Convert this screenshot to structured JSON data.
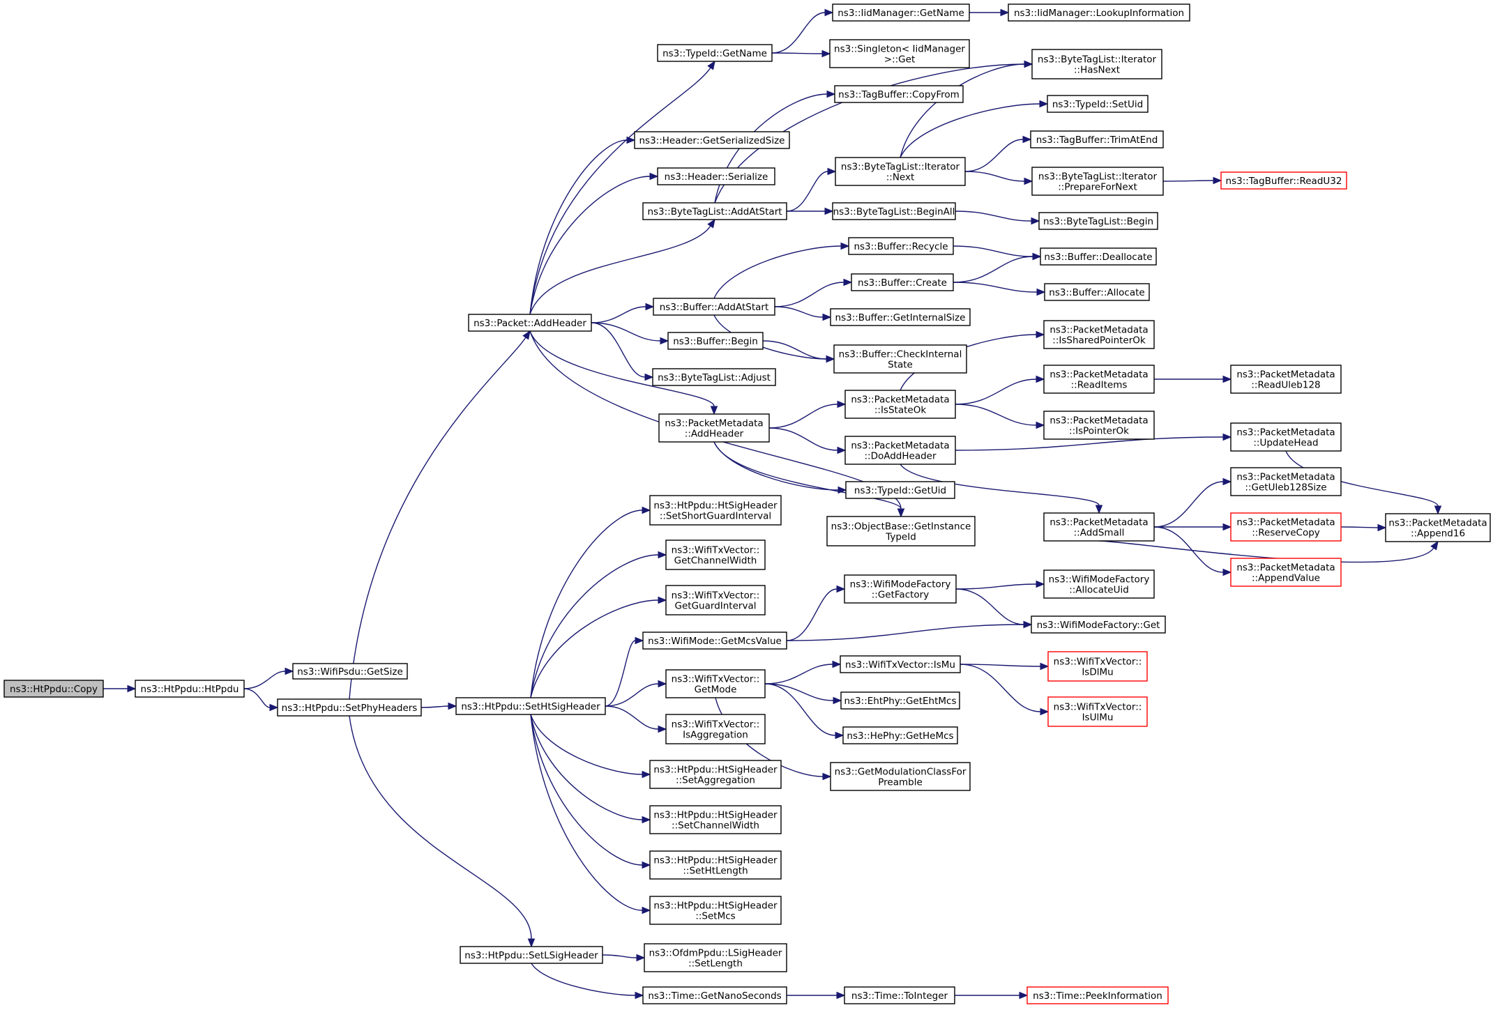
{
  "colors": {
    "edge": "#191970",
    "node_border": "#000000",
    "truncated_border": "#ff0000",
    "root_fill": "#bfbfbf",
    "background": "#ffffff"
  },
  "nodes": {
    "n_copy": {
      "lines": [
        "ns3::HtPpdu::Copy"
      ],
      "kind": "root"
    },
    "n_htppdu": {
      "lines": [
        "ns3::HtPpdu::HtPpdu"
      ]
    },
    "n_getsize": {
      "lines": [
        "ns3::WifiPsdu::GetSize"
      ]
    },
    "n_setphy": {
      "lines": [
        "ns3::HtPpdu::SetPhyHeaders"
      ]
    },
    "n_addheader": {
      "lines": [
        "ns3::Packet::AddHeader"
      ]
    },
    "n_sethtsig": {
      "lines": [
        "ns3::HtPpdu::SetHtSigHeader"
      ]
    },
    "n_setlsig": {
      "lines": [
        "ns3::HtPpdu::SetLSigHeader"
      ]
    },
    "n_typeid_getname": {
      "lines": [
        "ns3::TypeId::GetName"
      ]
    },
    "n_hdr_getser": {
      "lines": [
        "ns3::Header::GetSerializedSize"
      ]
    },
    "n_hdr_ser": {
      "lines": [
        "ns3::Header::Serialize"
      ]
    },
    "n_btl_addatstart": {
      "lines": [
        "ns3::ByteTagList::AddAtStart"
      ]
    },
    "n_buf_addatstart": {
      "lines": [
        "ns3::Buffer::AddAtStart"
      ]
    },
    "n_buf_begin": {
      "lines": [
        "ns3::Buffer::Begin"
      ]
    },
    "n_btl_adjust": {
      "lines": [
        "ns3::ByteTagList::Adjust"
      ]
    },
    "n_pm_addheader": {
      "lines": [
        "ns3::PacketMetadata",
        "::AddHeader"
      ]
    },
    "n_iid_getname": {
      "lines": [
        "ns3::IidManager::GetName"
      ]
    },
    "n_iid_lookup": {
      "lines": [
        "ns3::IidManager::LookupInformation"
      ]
    },
    "n_singleton_get": {
      "lines": [
        "ns3::Singleton< IidManager",
        ">::Get"
      ]
    },
    "n_tb_copyfrom": {
      "lines": [
        "ns3::TagBuffer::CopyFrom"
      ]
    },
    "n_btli_hasnext": {
      "lines": [
        "ns3::ByteTagList::Iterator",
        "::HasNext"
      ]
    },
    "n_typeid_setuid": {
      "lines": [
        "ns3::TypeId::SetUid"
      ]
    },
    "n_btli_next": {
      "lines": [
        "ns3::ByteTagList::Iterator",
        "::Next"
      ]
    },
    "n_tb_trimatend": {
      "lines": [
        "ns3::TagBuffer::TrimAtEnd"
      ]
    },
    "n_btli_prepare": {
      "lines": [
        "ns3::ByteTagList::Iterator",
        "::PrepareForNext"
      ]
    },
    "n_tb_readu32": {
      "lines": [
        "ns3::TagBuffer::ReadU32"
      ],
      "kind": "trunc"
    },
    "n_btl_beginall": {
      "lines": [
        "ns3::ByteTagList::BeginAll"
      ]
    },
    "n_btl_begin": {
      "lines": [
        "ns3::ByteTagList::Begin"
      ]
    },
    "n_buf_recycle": {
      "lines": [
        "ns3::Buffer::Recycle"
      ]
    },
    "n_buf_dealloc": {
      "lines": [
        "ns3::Buffer::Deallocate"
      ]
    },
    "n_buf_create": {
      "lines": [
        "ns3::Buffer::Create"
      ]
    },
    "n_buf_alloc": {
      "lines": [
        "ns3::Buffer::Allocate"
      ]
    },
    "n_buf_getint": {
      "lines": [
        "ns3::Buffer::GetInternalSize"
      ]
    },
    "n_buf_checkint": {
      "lines": [
        "ns3::Buffer::CheckInternal",
        "State"
      ]
    },
    "n_pm_isshared": {
      "lines": [
        "ns3::PacketMetadata",
        "::IsSharedPointerOk"
      ]
    },
    "n_pm_readitems": {
      "lines": [
        "ns3::PacketMetadata",
        "::ReadItems"
      ]
    },
    "n_pm_readuleb": {
      "lines": [
        "ns3::PacketMetadata",
        "::ReadUleb128"
      ]
    },
    "n_pm_isstateok": {
      "lines": [
        "ns3::PacketMetadata",
        "::IsStateOk"
      ]
    },
    "n_pm_ispointer": {
      "lines": [
        "ns3::PacketMetadata",
        "::IsPointerOk"
      ]
    },
    "n_pm_updatehead": {
      "lines": [
        "ns3::PacketMetadata",
        "::UpdateHead"
      ]
    },
    "n_pm_doadd": {
      "lines": [
        "ns3::PacketMetadata",
        "::DoAddHeader"
      ]
    },
    "n_typeid_getuid": {
      "lines": [
        "ns3::TypeId::GetUid"
      ]
    },
    "n_pm_getuleb": {
      "lines": [
        "ns3::PacketMetadata",
        "::GetUleb128Size"
      ]
    },
    "n_ob_getinst": {
      "lines": [
        "ns3::ObjectBase::GetInstance",
        "TypeId"
      ]
    },
    "n_pm_addsmall": {
      "lines": [
        "ns3::PacketMetadata",
        "::AddSmall"
      ]
    },
    "n_pm_reserve": {
      "lines": [
        "ns3::PacketMetadata",
        "::ReserveCopy"
      ],
      "kind": "trunc"
    },
    "n_pm_append16": {
      "lines": [
        "ns3::PacketMetadata",
        "::Append16"
      ]
    },
    "n_pm_appendval": {
      "lines": [
        "ns3::PacketMetadata",
        "::AppendValue"
      ],
      "kind": "trunc"
    },
    "n_hs_setsgi": {
      "lines": [
        "ns3::HtPpdu::HtSigHeader",
        "::SetShortGuardInterval"
      ]
    },
    "n_tv_getcw": {
      "lines": [
        "ns3::WifiTxVector::",
        "GetChannelWidth"
      ]
    },
    "n_tv_getgi": {
      "lines": [
        "ns3::WifiTxVector::",
        "GetGuardInterval"
      ]
    },
    "n_wm_getmcs": {
      "lines": [
        "ns3::WifiMode::GetMcsValue"
      ]
    },
    "n_wmf_getfactory": {
      "lines": [
        "ns3::WifiModeFactory",
        "::GetFactory"
      ]
    },
    "n_wmf_alloc": {
      "lines": [
        "ns3::WifiModeFactory",
        "::AllocateUid"
      ]
    },
    "n_wmf_get": {
      "lines": [
        "ns3::WifiModeFactory::Get"
      ]
    },
    "n_tv_getmode": {
      "lines": [
        "ns3::WifiTxVector::",
        "GetMode"
      ]
    },
    "n_tv_ismu": {
      "lines": [
        "ns3::WifiTxVector::IsMu"
      ]
    },
    "n_tv_isdlmu": {
      "lines": [
        "ns3::WifiTxVector::",
        "IsDlMu"
      ],
      "kind": "trunc"
    },
    "n_eht_getmcs": {
      "lines": [
        "ns3::EhtPhy::GetEhtMcs"
      ]
    },
    "n_tv_isulmu": {
      "lines": [
        "ns3::WifiTxVector::",
        "IsUlMu"
      ],
      "kind": "trunc"
    },
    "n_he_getmcs": {
      "lines": [
        "ns3::HePhy::GetHeMcs"
      ]
    },
    "n_getmodclass": {
      "lines": [
        "ns3::GetModulationClassFor",
        "Preamble"
      ]
    },
    "n_tv_isagg": {
      "lines": [
        "ns3::WifiTxVector::",
        "IsAggregation"
      ]
    },
    "n_hs_setagg": {
      "lines": [
        "ns3::HtPpdu::HtSigHeader",
        "::SetAggregation"
      ]
    },
    "n_hs_setcw": {
      "lines": [
        "ns3::HtPpdu::HtSigHeader",
        "::SetChannelWidth"
      ]
    },
    "n_hs_sethtlen": {
      "lines": [
        "ns3::HtPpdu::HtSigHeader",
        "::SetHtLength"
      ]
    },
    "n_hs_setmcs": {
      "lines": [
        "ns3::HtPpdu::HtSigHeader",
        "::SetMcs"
      ]
    },
    "n_ls_setlen": {
      "lines": [
        "ns3::OfdmPpdu::LSigHeader",
        "::SetLength"
      ]
    },
    "n_time_getns": {
      "lines": [
        "ns3::Time::GetNanoSeconds"
      ]
    },
    "n_time_toint": {
      "lines": [
        "ns3::Time::ToInteger"
      ]
    },
    "n_time_peek": {
      "lines": [
        "ns3::Time::PeekInformation"
      ],
      "kind": "trunc"
    }
  },
  "edges": [
    [
      "n_copy",
      "n_htppdu"
    ],
    [
      "n_htppdu",
      "n_getsize"
    ],
    [
      "n_htppdu",
      "n_setphy"
    ],
    [
      "n_setphy",
      "n_addheader"
    ],
    [
      "n_setphy",
      "n_sethtsig"
    ],
    [
      "n_setphy",
      "n_setlsig"
    ],
    [
      "n_addheader",
      "n_typeid_getname"
    ],
    [
      "n_addheader",
      "n_hdr_getser"
    ],
    [
      "n_addheader",
      "n_hdr_ser"
    ],
    [
      "n_addheader",
      "n_btl_addatstart"
    ],
    [
      "n_addheader",
      "n_buf_addatstart"
    ],
    [
      "n_addheader",
      "n_buf_begin"
    ],
    [
      "n_addheader",
      "n_btl_adjust"
    ],
    [
      "n_addheader",
      "n_pm_addheader"
    ],
    [
      "n_addheader",
      "n_ob_getinst"
    ],
    [
      "n_typeid_getname",
      "n_iid_getname"
    ],
    [
      "n_typeid_getname",
      "n_singleton_get"
    ],
    [
      "n_iid_getname",
      "n_iid_lookup"
    ],
    [
      "n_btl_addatstart",
      "n_tb_copyfrom"
    ],
    [
      "n_btl_addatstart",
      "n_btli_hasnext"
    ],
    [
      "n_btl_addatstart",
      "n_btli_next"
    ],
    [
      "n_btl_addatstart",
      "n_btl_beginall"
    ],
    [
      "n_btli_next",
      "n_btli_hasnext"
    ],
    [
      "n_btli_next",
      "n_typeid_setuid"
    ],
    [
      "n_btli_next",
      "n_tb_trimatend"
    ],
    [
      "n_btli_next",
      "n_btli_prepare"
    ],
    [
      "n_btli_prepare",
      "n_tb_readu32"
    ],
    [
      "n_btl_beginall",
      "n_btl_begin"
    ],
    [
      "n_buf_addatstart",
      "n_buf_recycle"
    ],
    [
      "n_buf_addatstart",
      "n_buf_create"
    ],
    [
      "n_buf_addatstart",
      "n_buf_getint"
    ],
    [
      "n_buf_addatstart",
      "n_buf_checkint"
    ],
    [
      "n_buf_recycle",
      "n_buf_dealloc"
    ],
    [
      "n_buf_create",
      "n_buf_dealloc"
    ],
    [
      "n_buf_create",
      "n_buf_alloc"
    ],
    [
      "n_buf_begin",
      "n_buf_checkint"
    ],
    [
      "n_pm_addheader",
      "n_pm_isstateok"
    ],
    [
      "n_pm_addheader",
      "n_pm_doadd"
    ],
    [
      "n_pm_addheader",
      "n_typeid_getuid"
    ],
    [
      "n_pm_addheader",
      "n_ob_getinst"
    ],
    [
      "n_pm_isstateok",
      "n_pm_isshared"
    ],
    [
      "n_pm_isstateok",
      "n_pm_readitems"
    ],
    [
      "n_pm_isstateok",
      "n_pm_ispointer"
    ],
    [
      "n_pm_readitems",
      "n_pm_readuleb"
    ],
    [
      "n_pm_doadd",
      "n_pm_updatehead"
    ],
    [
      "n_pm_doadd",
      "n_pm_addsmall"
    ],
    [
      "n_pm_updatehead",
      "n_pm_append16"
    ],
    [
      "n_pm_addsmall",
      "n_pm_getuleb"
    ],
    [
      "n_pm_addsmall",
      "n_pm_reserve"
    ],
    [
      "n_pm_addsmall",
      "n_pm_appendval"
    ],
    [
      "n_pm_addsmall",
      "n_pm_append16"
    ],
    [
      "n_pm_reserve",
      "n_pm_append16"
    ],
    [
      "n_sethtsig",
      "n_hs_setsgi"
    ],
    [
      "n_sethtsig",
      "n_tv_getcw"
    ],
    [
      "n_sethtsig",
      "n_tv_getgi"
    ],
    [
      "n_sethtsig",
      "n_wm_getmcs"
    ],
    [
      "n_sethtsig",
      "n_tv_getmode"
    ],
    [
      "n_sethtsig",
      "n_tv_isagg"
    ],
    [
      "n_sethtsig",
      "n_hs_setagg"
    ],
    [
      "n_sethtsig",
      "n_hs_setcw"
    ],
    [
      "n_sethtsig",
      "n_hs_sethtlen"
    ],
    [
      "n_sethtsig",
      "n_hs_setmcs"
    ],
    [
      "n_wm_getmcs",
      "n_wmf_getfactory"
    ],
    [
      "n_wm_getmcs",
      "n_wmf_get"
    ],
    [
      "n_wmf_getfactory",
      "n_wmf_alloc"
    ],
    [
      "n_wmf_getfactory",
      "n_wmf_get"
    ],
    [
      "n_tv_getmode",
      "n_tv_ismu"
    ],
    [
      "n_tv_getmode",
      "n_eht_getmcs"
    ],
    [
      "n_tv_getmode",
      "n_he_getmcs"
    ],
    [
      "n_tv_getmode",
      "n_getmodclass"
    ],
    [
      "n_tv_ismu",
      "n_tv_isdlmu"
    ],
    [
      "n_tv_ismu",
      "n_tv_isulmu"
    ],
    [
      "n_setlsig",
      "n_ls_setlen"
    ],
    [
      "n_setlsig",
      "n_time_getns"
    ],
    [
      "n_time_getns",
      "n_time_toint"
    ],
    [
      "n_time_toint",
      "n_time_peek"
    ]
  ]
}
